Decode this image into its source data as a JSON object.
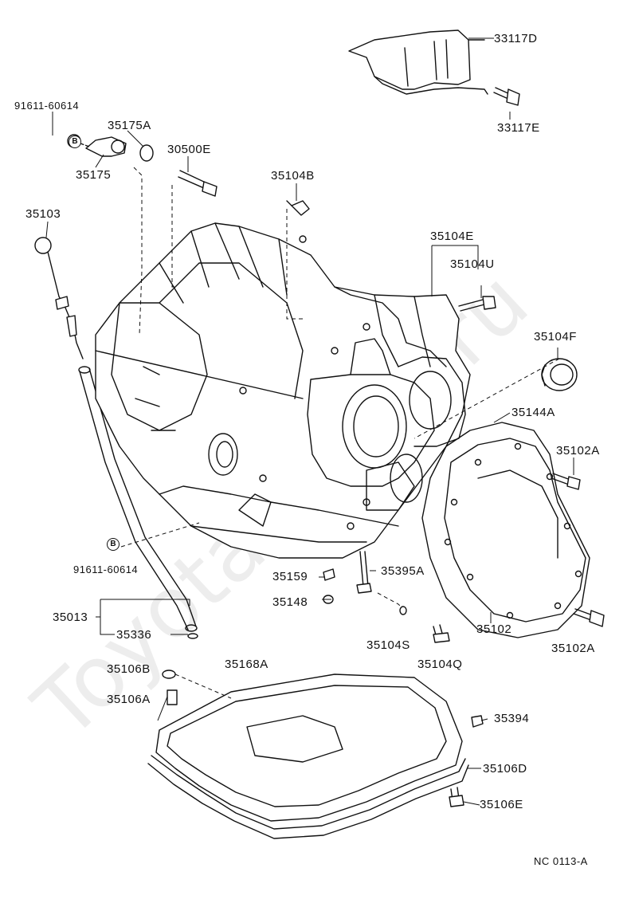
{
  "watermark": "ToyotaSpare.ru",
  "ref_markers": {
    "top": "B",
    "bottom": "B"
  },
  "labels": {
    "l_33117D": "33117D",
    "l_33117E": "33117E",
    "l_91611_top": "91611-60614",
    "l_35175A": "35175A",
    "l_35175": "35175",
    "l_30500E": "30500E",
    "l_35104B": "35104B",
    "l_35103": "35103",
    "l_35104E": "35104E",
    "l_35104U": "35104U",
    "l_35104F": "35104F",
    "l_35144A": "35144A",
    "l_35102A_top": "35102A",
    "l_91611_bottom": "91611-60614",
    "l_35159": "35159",
    "l_35395A": "35395A",
    "l_35148": "35148",
    "l_35013": "35013",
    "l_35336": "35336",
    "l_35104S": "35104S",
    "l_35104Q": "35104Q",
    "l_35102": "35102",
    "l_35102A_bottom": "35102A",
    "l_35106B": "35106B",
    "l_35168A": "35168A",
    "l_35106A": "35106A",
    "l_35394": "35394",
    "l_35106D": "35106D",
    "l_35106E": "35106E",
    "l_code": "NC  0113-A"
  }
}
